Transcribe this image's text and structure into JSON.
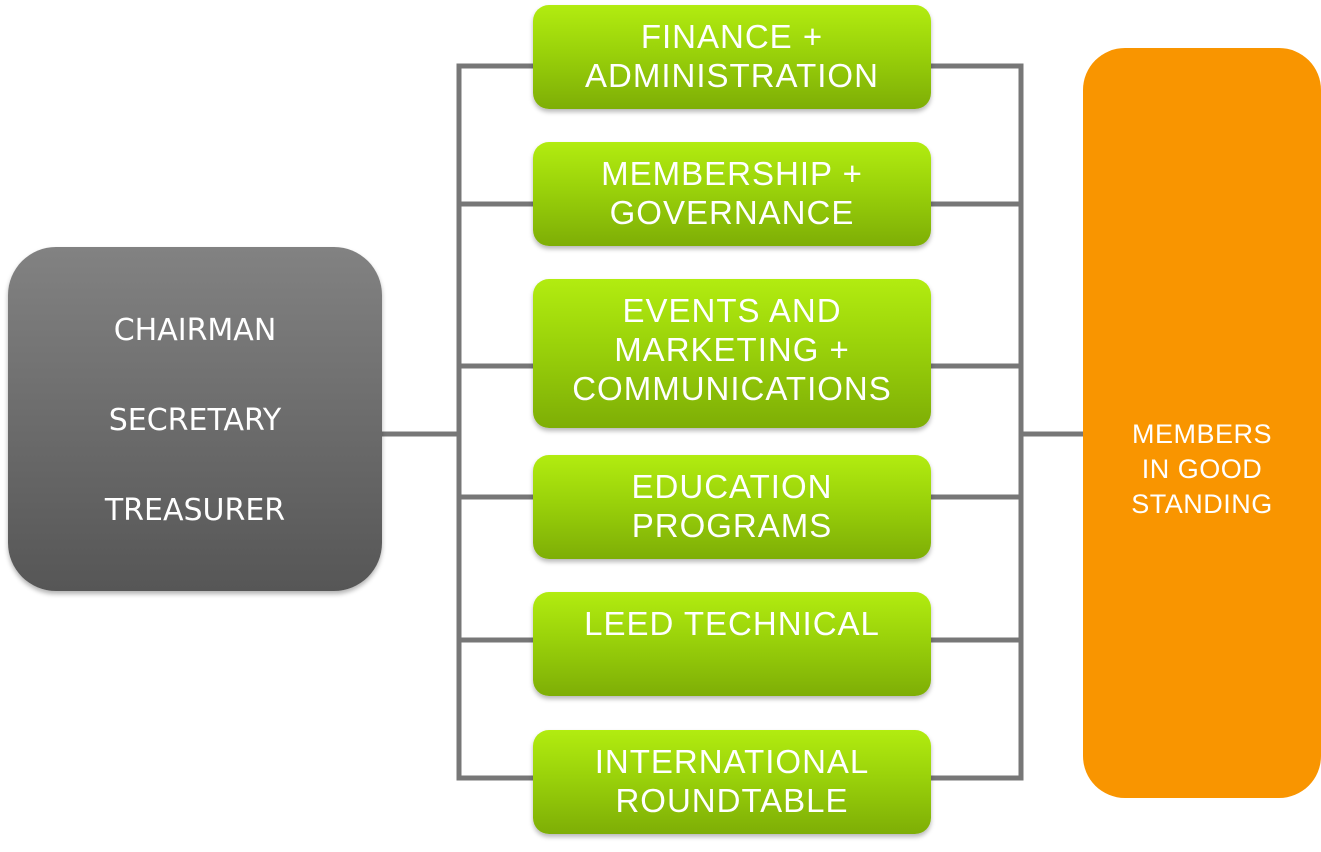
{
  "officers": [
    "CHAIRMAN",
    "SECRETARY",
    "TREASURER"
  ],
  "committees": [
    {
      "lines": [
        "FINANCE +",
        "ADMINISTRATION"
      ]
    },
    {
      "lines": [
        "MEMBERSHIP +",
        "GOVERNANCE"
      ]
    },
    {
      "lines": [
        "EVENTS AND",
        "MARKETING +",
        "COMMUNICATIONS"
      ]
    },
    {
      "lines": [
        "EDUCATION",
        "PROGRAMS"
      ]
    },
    {
      "lines": [
        "LEED TECHNICAL"
      ]
    },
    {
      "lines": [
        "INTERNATIONAL",
        "ROUNDTABLE"
      ]
    }
  ],
  "members": {
    "lines": [
      "MEMBERS",
      "IN GOOD",
      "STANDING"
    ]
  },
  "colors": {
    "officers": "#6e6e6e",
    "committees": "#9ad20a",
    "members": "#f99500",
    "connectors": "#777777"
  }
}
